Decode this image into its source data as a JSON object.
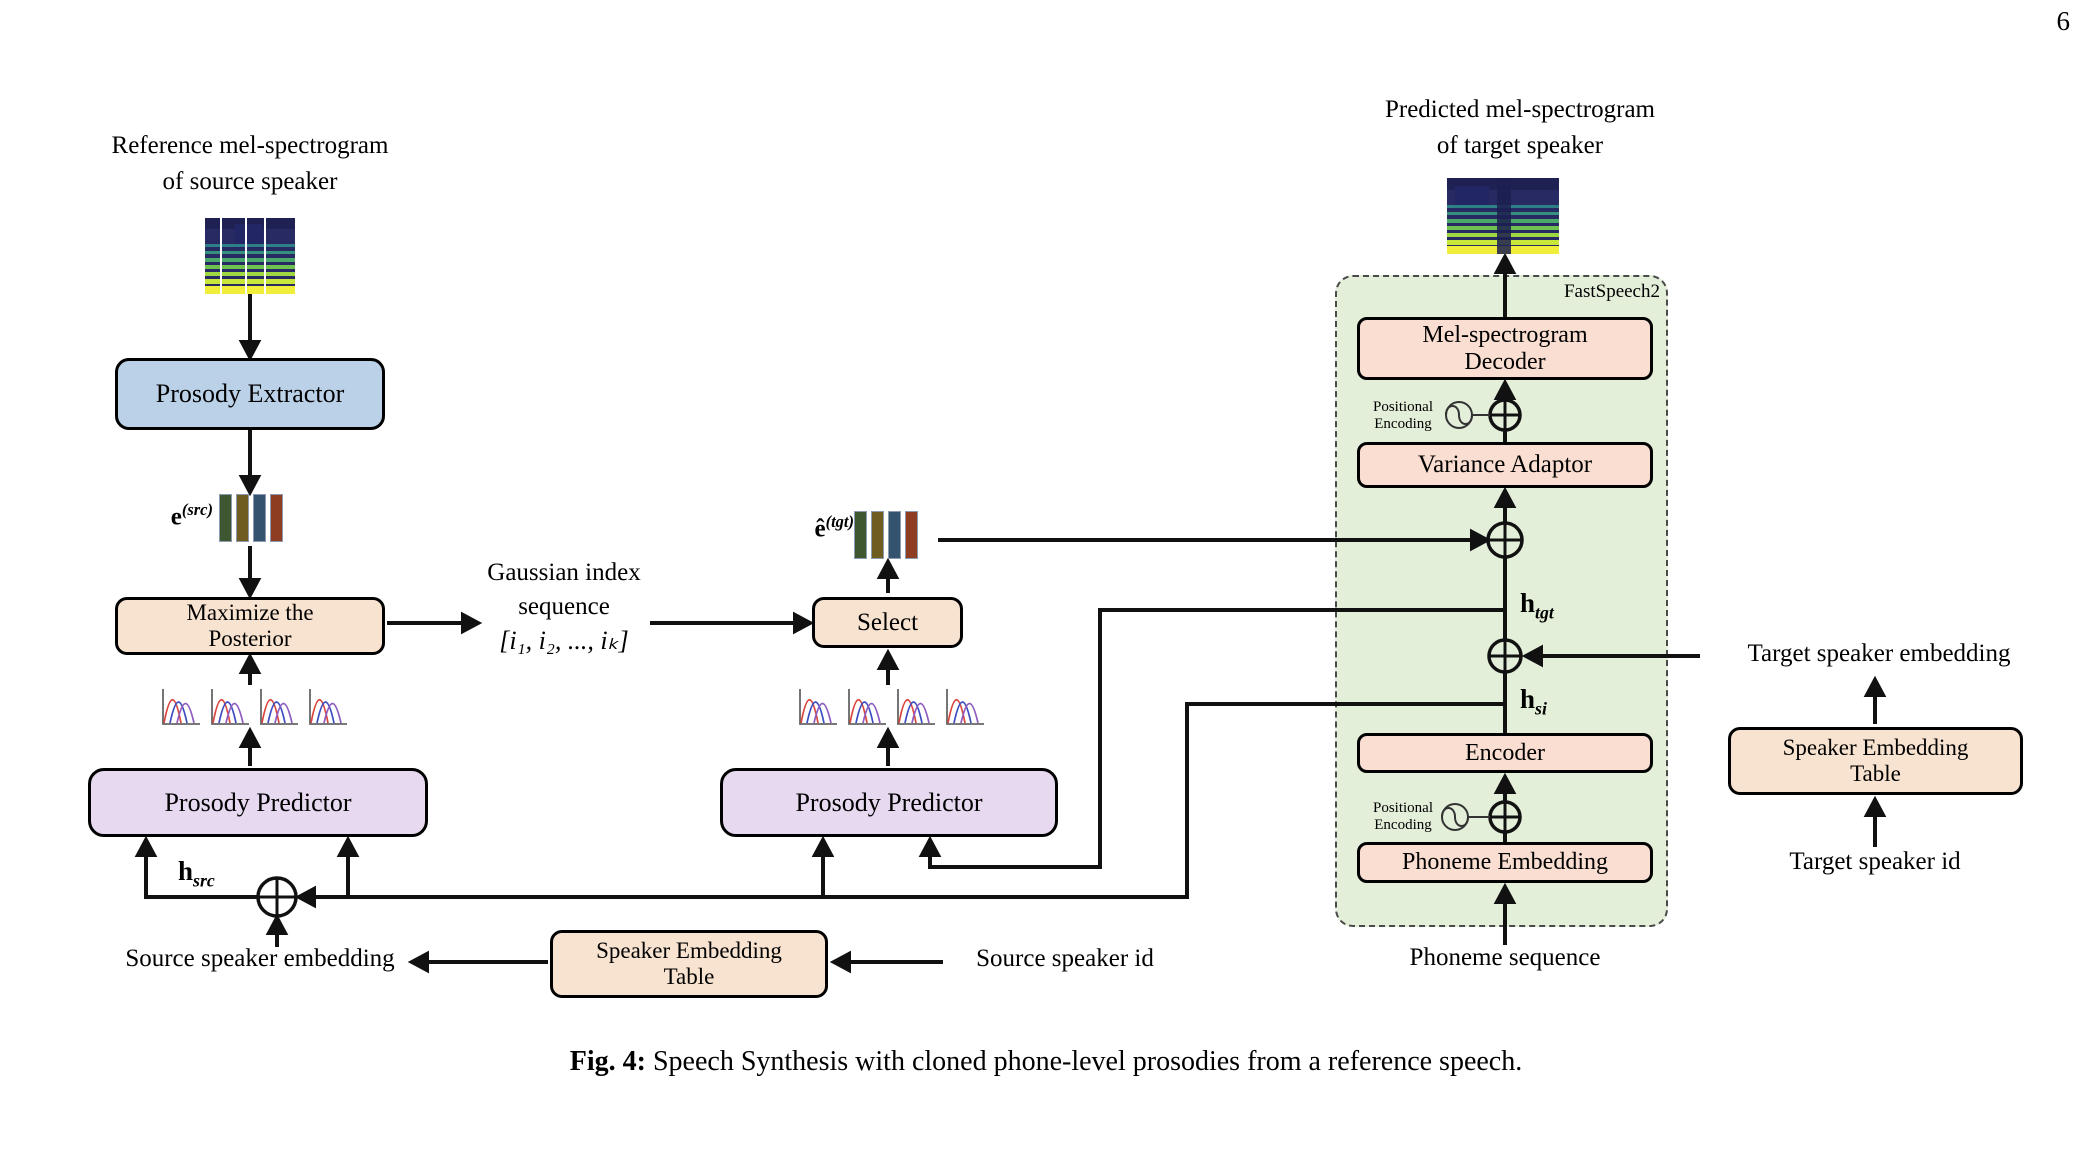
{
  "page": {
    "number": "6"
  },
  "caption": {
    "prefix": "Fig. 4:",
    "text": " Speech Synthesis with cloned phone-level prosodies from a reference speech."
  },
  "left": {
    "header_line1": "Reference mel-spectrogram",
    "header_line2": "of source speaker",
    "prosody_extractor": "Prosody Extractor",
    "e_src_base": "e",
    "e_src_sup": "(src)",
    "maximize_posterior": "Maximize the\nPosterior",
    "prosody_predictor": "Prosody Predictor",
    "h_src_base": "h",
    "h_src_sub": "src",
    "source_speaker_embedding": "Source speaker embedding",
    "speaker_embedding_table": "Speaker Embedding\nTable",
    "source_speaker_id": "Source speaker id"
  },
  "middle": {
    "gaussian_line1": "Gaussian index",
    "gaussian_line2": "sequence",
    "gaussian_line3": "[i₁, i₂, ..., iₖ]",
    "select": "Select",
    "e_tgt_base": "ê",
    "e_tgt_sup": "(tgt)",
    "prosody_predictor": "Prosody Predictor"
  },
  "fastspeech2": {
    "region_label": "FastSpeech2",
    "mel_decoder": "Mel-spectrogram\nDecoder",
    "positional_encoding_top": "Positional\nEncoding",
    "variance_adaptor": "Variance Adaptor",
    "h_tgt_base": "h",
    "h_tgt_sub": "tgt",
    "h_si_base": "h",
    "h_si_sub": "si",
    "encoder": "Encoder",
    "positional_encoding_bottom": "Positional\nEncoding",
    "phoneme_embedding": "Phoneme Embedding",
    "phoneme_sequence": "Phoneme sequence"
  },
  "right": {
    "header_line1": "Predicted mel-spectrogram",
    "header_line2": "of target speaker",
    "target_speaker_embedding": "Target speaker embedding",
    "speaker_embedding_table": "Speaker Embedding\nTable",
    "target_speaker_id": "Target speaker id"
  },
  "colors": {
    "extractor_blue": "#bad1e8",
    "tan_box": "#f8e3d0",
    "fastspeech_inner_peach": "#f9ded1",
    "predictor_purple": "#e6d9f0",
    "fastspeech_region_green": "#e4efda",
    "line_black": "#111111"
  },
  "embedding_bar_colors": [
    "#3f5730",
    "#6e5c21",
    "#33536e",
    "#8e3d23"
  ],
  "gaussian_curve_colors": [
    "#d9453c",
    "#3b4cc0",
    "#8e5bbf"
  ]
}
